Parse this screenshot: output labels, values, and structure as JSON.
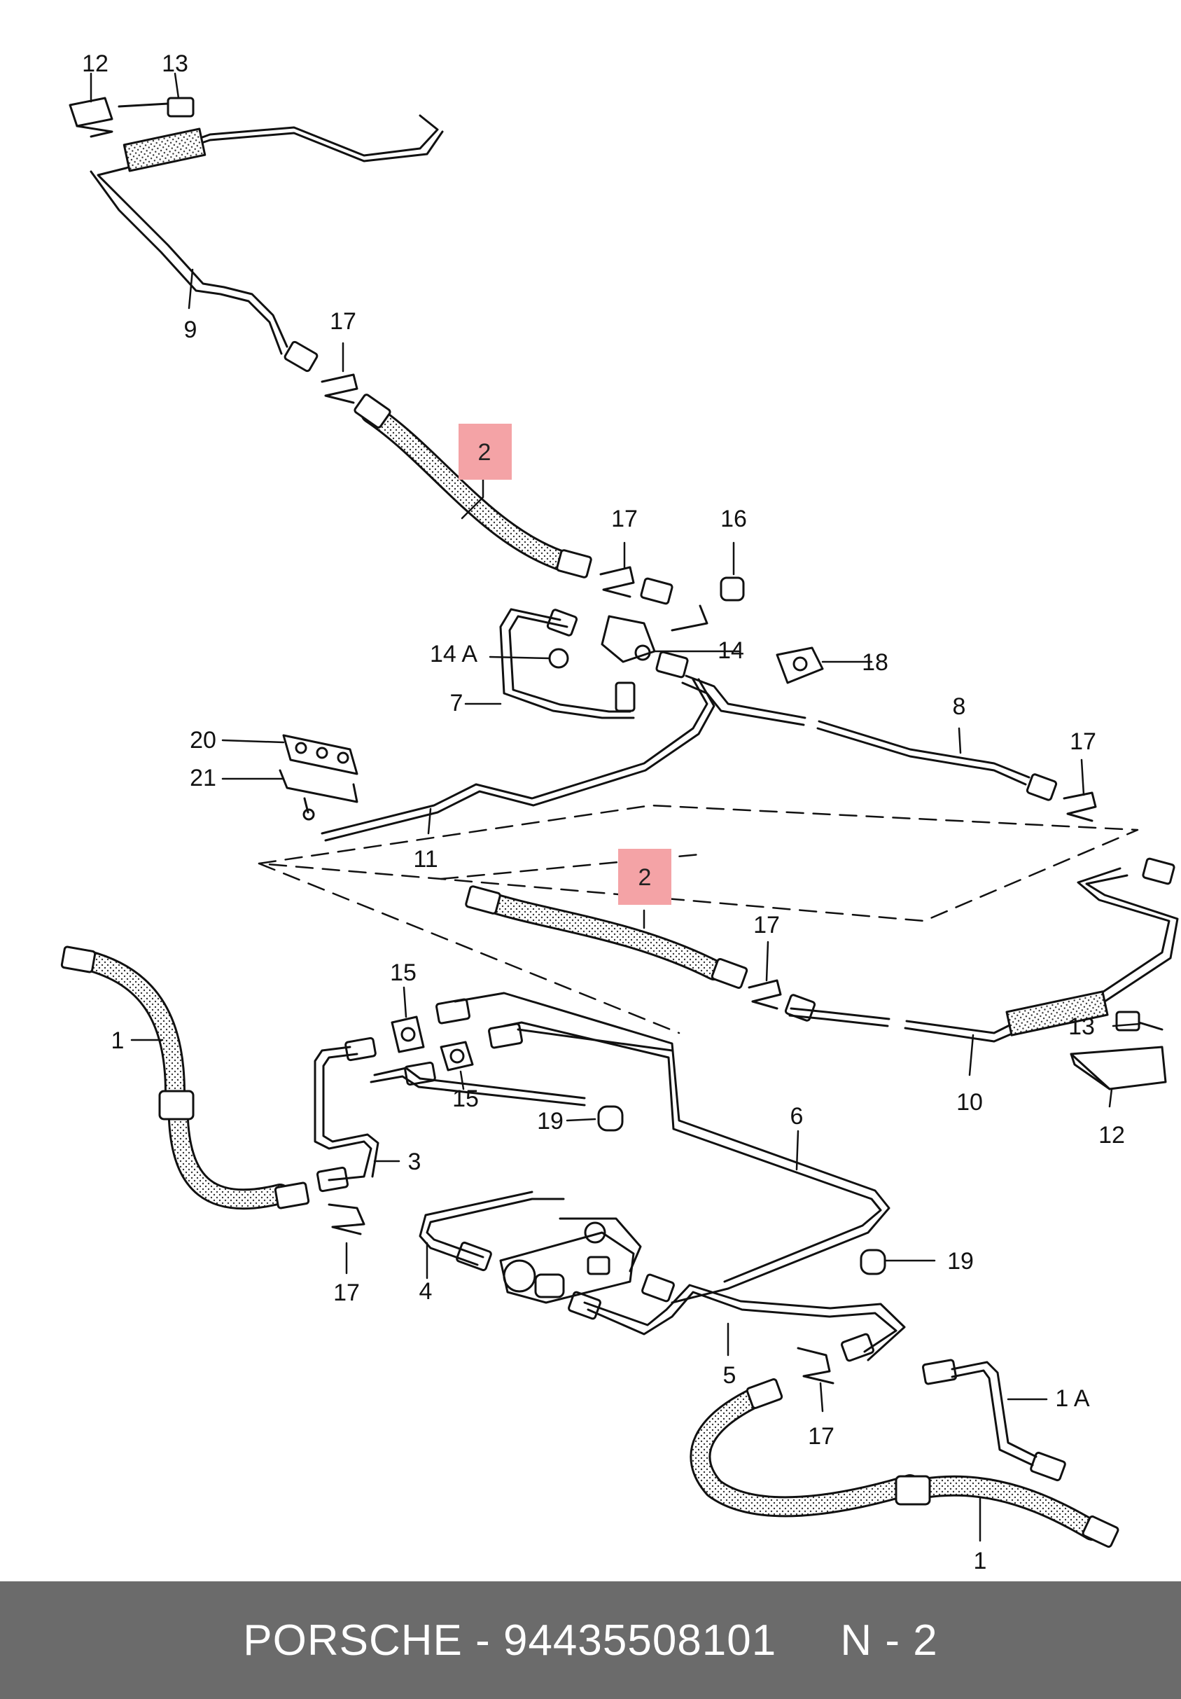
{
  "diagram": {
    "labels": {
      "l12_top": "12",
      "l13_top": "13",
      "l9": "9",
      "l17_a": "17",
      "l2_top": "2",
      "l17_b": "17",
      "l16": "16",
      "l14a": "14 A",
      "l14": "14",
      "l18": "18",
      "l7": "7",
      "l8": "8",
      "l17_c": "17",
      "l20": "20",
      "l21": "21",
      "l11": "11",
      "l2_mid": "2",
      "l17_d": "17",
      "l15_a": "15",
      "l15_b": "15",
      "l1_left": "1",
      "l19_a": "19",
      "l3": "3",
      "l6": "6",
      "l13_right": "13",
      "l10": "10",
      "l12_right": "12",
      "l17_e": "17",
      "l4": "4",
      "l19_b": "19",
      "l5": "5",
      "l17_f": "17",
      "l1a": "1 A",
      "l1_bottom": "1"
    },
    "highlight_color": "#f4a3a6"
  },
  "footer": {
    "text": "PORSCHE - 94435508101     N - 2",
    "background": "#6b6b6b"
  }
}
